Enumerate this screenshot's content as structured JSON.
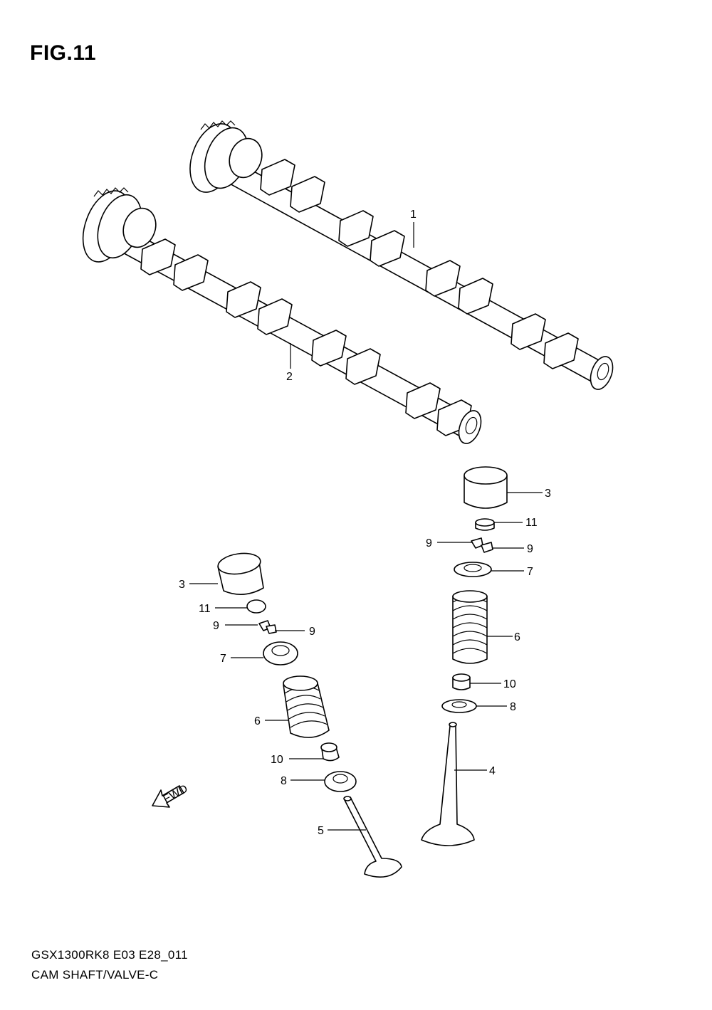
{
  "figure": {
    "title": "FIG.11"
  },
  "footer": {
    "model_code": "GSX1300RK8 E03 E28_011",
    "section_name": "CAM SHAFT/VALVE-C"
  },
  "fwd_arrow": {
    "label": "FWD"
  },
  "callouts": {
    "c1": "1",
    "c2": "2",
    "c3a": "3",
    "c3b": "3",
    "c4": "4",
    "c5": "5",
    "c6a": "6",
    "c6b": "6",
    "c7a": "7",
    "c7b": "7",
    "c8a": "8",
    "c8b": "8",
    "c9a": "9",
    "c9b": "9",
    "c9c": "9",
    "c9d": "9",
    "c10a": "10",
    "c10b": "10",
    "c11a": "11",
    "c11b": "11"
  }
}
